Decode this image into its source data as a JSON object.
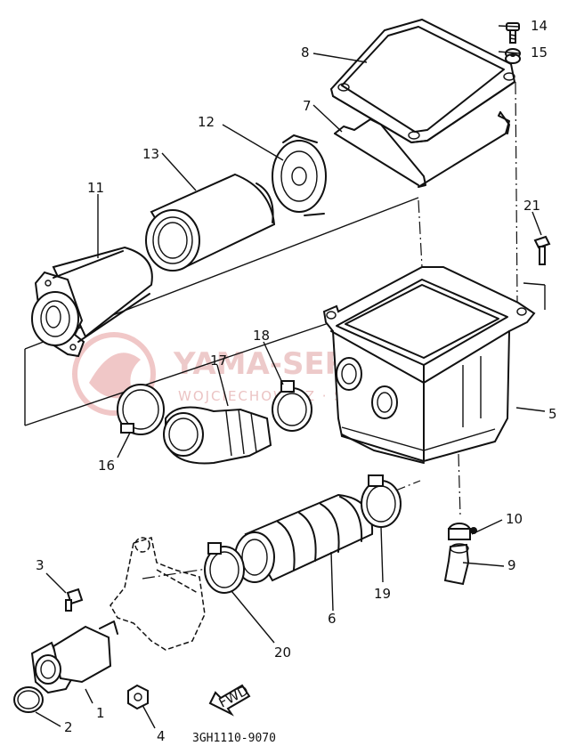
{
  "watermark": {
    "brand": "YAMA-SERWIS.PL",
    "sub": "WOJCIECHOWICZ · SERWIS YAMAHA",
    "logo_color": "#e59a9a"
  },
  "direction_label": "FWD",
  "diagram_code": "3GH1110-9070",
  "callouts": [
    {
      "id": "1",
      "label": "1"
    },
    {
      "id": "2",
      "label": "2"
    },
    {
      "id": "3",
      "label": "3"
    },
    {
      "id": "4",
      "label": "4"
    },
    {
      "id": "5",
      "label": "5"
    },
    {
      "id": "6",
      "label": "6"
    },
    {
      "id": "7",
      "label": "7"
    },
    {
      "id": "8",
      "label": "8"
    },
    {
      "id": "9",
      "label": "9"
    },
    {
      "id": "10",
      "label": "10"
    },
    {
      "id": "11",
      "label": "11"
    },
    {
      "id": "12",
      "label": "12"
    },
    {
      "id": "13",
      "label": "13"
    },
    {
      "id": "14",
      "label": "14"
    },
    {
      "id": "15",
      "label": "15"
    },
    {
      "id": "16",
      "label": "16"
    },
    {
      "id": "17",
      "label": "17"
    },
    {
      "id": "18",
      "label": "18"
    },
    {
      "id": "19",
      "label": "19"
    },
    {
      "id": "20",
      "label": "20"
    },
    {
      "id": "21",
      "label": "21"
    }
  ]
}
